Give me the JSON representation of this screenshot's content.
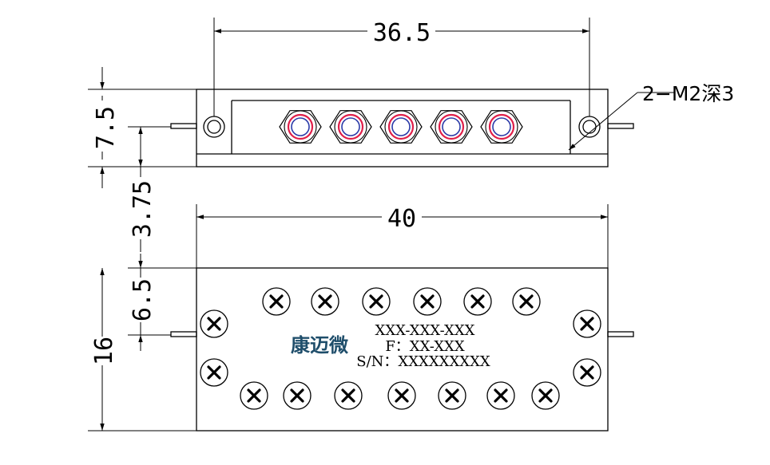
{
  "dimensions": {
    "top_width": "36.5",
    "bottom_width": "40",
    "left_top_height": "7.5",
    "left_gap": "3.75",
    "left_mid": "6.5",
    "left_bottom_height": "16"
  },
  "callout": {
    "hole_spec": "2−M2深3"
  },
  "label": {
    "brand": "康迈微",
    "part_number": "XXX-XXX-XXX",
    "frequency": "F：XX-XXX",
    "serial": "S/N：XXXXXXXXX"
  },
  "colors": {
    "line": "#000000",
    "connector_red": "#e0204a",
    "connector_blue": "#2a3aa8",
    "brand": "#1f4e6b"
  }
}
